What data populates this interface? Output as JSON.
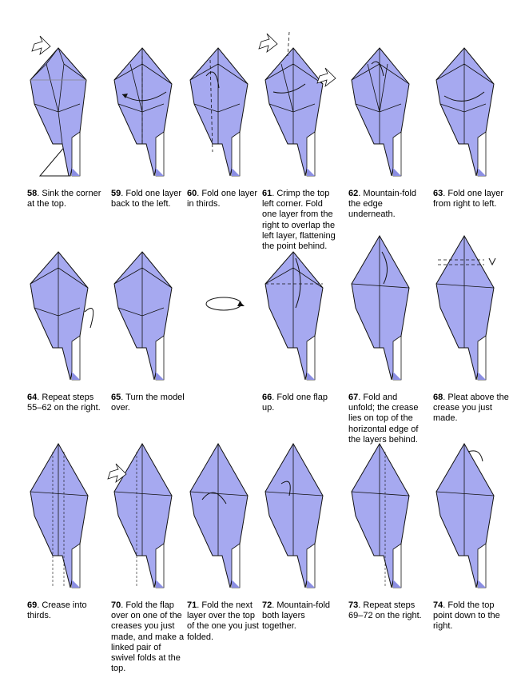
{
  "colors": {
    "paper": "#a6a9f0",
    "paper_dark": "#8b8ee3",
    "edge": "#111111",
    "crease": "#888888",
    "white": "#ffffff"
  },
  "steps": [
    {
      "num": "58",
      "text": "Sink the corner at the top."
    },
    {
      "num": "59",
      "text": "Fold one layer back to the left."
    },
    {
      "num": "60",
      "text": "Fold one layer in thirds."
    },
    {
      "num": "61",
      "text": "Crimp the top left corner. Fold one layer from the right to overlap the left layer, flattening the point behind."
    },
    {
      "num": "62",
      "text": "Mountain-fold the edge underneath."
    },
    {
      "num": "63",
      "text": "Fold one layer from right to left."
    },
    {
      "num": "64",
      "text": "Repeat steps 55–62 on the right."
    },
    {
      "num": "65",
      "text": "Turn the model over."
    },
    {
      "num": "66",
      "text": "Fold one flap up."
    },
    {
      "num": "67",
      "text": "Fold and unfold; the crease lies on top of the horizontal edge of the layers behind."
    },
    {
      "num": "68",
      "text": "Pleat above the crease you just made."
    },
    {
      "num": "69",
      "text": "Crease into thirds."
    },
    {
      "num": "70",
      "text": "Fold the flap over on one of the creases you just made, and make a linked pair of swivel folds at the top."
    },
    {
      "num": "71",
      "text": "Fold the next layer over the top of the one you just folded."
    },
    {
      "num": "72",
      "text": "Mountain-fold both layers together."
    },
    {
      "num": "73",
      "text": "Repeat steps 69–72 on the right."
    },
    {
      "num": "74",
      "text": "Fold the top point down to the right."
    }
  ],
  "icons": {
    "turn_over": "turn-over-arrow-icon",
    "sink": "sink-arrow-icon",
    "fold": "fold-arrow-icon",
    "mountain": "mountain-fold-arrow-icon"
  }
}
